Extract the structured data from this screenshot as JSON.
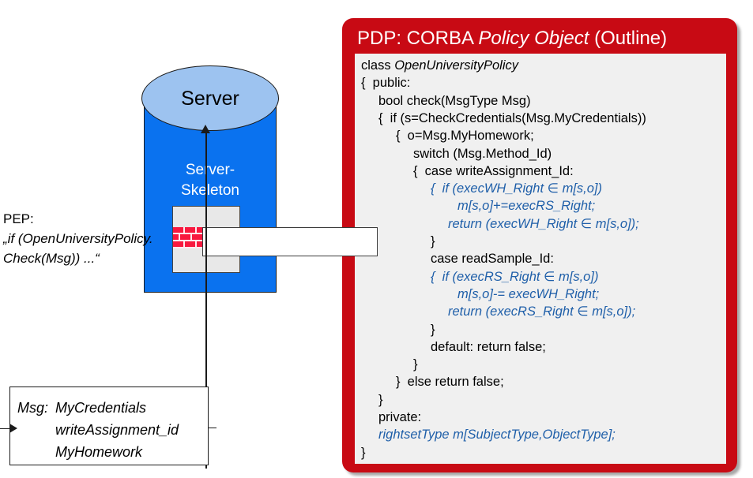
{
  "colors": {
    "pdp_red": "#c80a14",
    "code_bg": "#f0f0f0",
    "code_blue": "#1f5fa9",
    "server_body_blue": "#0a72ef",
    "server_top_blue": "#9dc3f0",
    "brick_red": "#f8183f",
    "pep_box_grey": "#e8e8e8"
  },
  "pdp": {
    "title_prefix": "PDP: CORBA ",
    "title_italic": "Policy Object",
    "title_suffix": " (Outline)",
    "code_lines": [
      {
        "text": "class ",
        "italic_tail": "OpenUniversityPolicy",
        "indent": 0,
        "blue": false
      },
      {
        "text": "{  public:",
        "indent": 0,
        "blue": false
      },
      {
        "text": "bool check(MsgType Msg)",
        "indent": 22,
        "blue": false
      },
      {
        "text": "{  if (s=CheckCredentials(Msg.MyCredentials))",
        "indent": 22,
        "blue": false
      },
      {
        "text": "{  o=Msg.MyHomework;",
        "indent": 44,
        "blue": false
      },
      {
        "text": "switch (Msg.Method_Id)",
        "indent": 66,
        "blue": false
      },
      {
        "text": "{  case writeAssignment_Id:",
        "indent": 66,
        "blue": false
      },
      {
        "text": "{  if (execWH_Right ∈ m[s,o])",
        "indent": 88,
        "blue": true
      },
      {
        "text": "m[s,o]+=execRS_Right;",
        "indent": 122,
        "blue": true
      },
      {
        "text": "return (execWH_Right ∈ m[s,o]);",
        "indent": 110,
        "blue": true
      },
      {
        "text": "}",
        "indent": 88,
        "blue": false
      },
      {
        "text": "case readSample_Id:",
        "indent": 88,
        "blue": false
      },
      {
        "text": "{  if (execRS_Right ∈ m[s,o])",
        "indent": 88,
        "blue": true
      },
      {
        "text": "m[s,o]-= execWH_Right;",
        "indent": 122,
        "blue": true
      },
      {
        "text": "return (execRS_Right ∈ m[s,o]);",
        "indent": 110,
        "blue": true
      },
      {
        "text": "}",
        "indent": 88,
        "blue": false
      },
      {
        "text": "default: return false;",
        "indent": 88,
        "blue": false
      },
      {
        "text": "}",
        "indent": 66,
        "blue": false
      },
      {
        "text": "}  else return false;",
        "indent": 44,
        "blue": false
      },
      {
        "text": "}",
        "indent": 22,
        "blue": false
      },
      {
        "text": "private:",
        "indent": 22,
        "blue": false
      },
      {
        "text": "rightsetType m[SubjectType,ObjectType];",
        "indent": 22,
        "blue": true
      },
      {
        "text": "}",
        "indent": 0,
        "blue": false
      }
    ]
  },
  "server": {
    "title": "Server",
    "skeleton_line1": "Server-",
    "skeleton_line2": "Skeleton"
  },
  "pep": {
    "label": "PEP:",
    "quote_line1": "„if (OpenUniversityPolicy.",
    "quote_line2": "Check(Msg)) ...“"
  },
  "msg": {
    "key": "Msg:",
    "values": [
      "MyCredentials",
      "writeAssignment_id",
      "MyHomework"
    ]
  }
}
